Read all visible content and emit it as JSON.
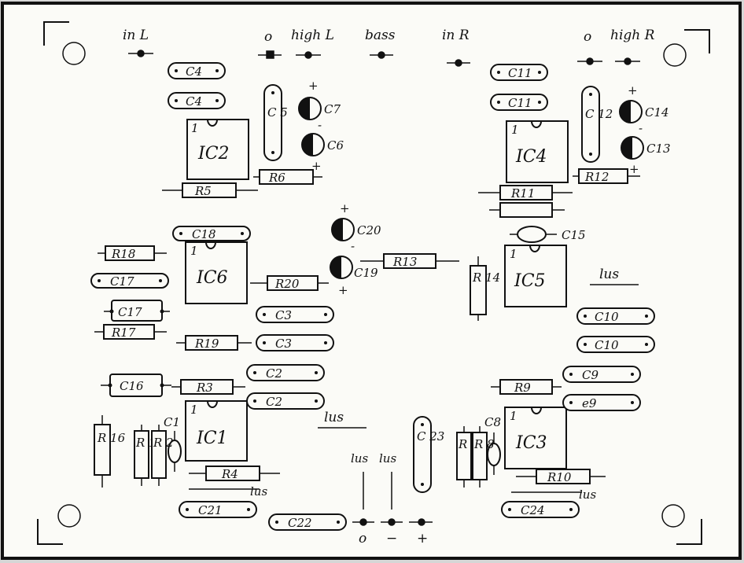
{
  "inputs": {
    "in_l": "in L",
    "o_left": "o",
    "high_l": "high L",
    "bass": "bass",
    "in_r": "in R",
    "o_right": "o",
    "high_r": "high R"
  },
  "ics": {
    "ic1": "IC1",
    "ic2": "IC2",
    "ic3": "IC3",
    "ic4": "IC4",
    "ic5": "IC5",
    "ic6": "IC6",
    "pin1": "1"
  },
  "capacitors": {
    "c1": "C1",
    "c2": "C2",
    "c3": "C3",
    "c4": "C4",
    "c5": "C 5",
    "c6": "C6",
    "c7": "C7",
    "c8": "C8",
    "c9": "C9",
    "c9b": "e9",
    "c10": "C10",
    "c11": "C11",
    "c12": "C 12",
    "c13": "C13",
    "c14": "C14",
    "c15": "C15",
    "c16": "C16",
    "c17": "C17",
    "c18": "C18",
    "c19": "C19",
    "c20": "C20",
    "c21": "C21",
    "c22": "C22",
    "c23": "C 23",
    "c24": "C24"
  },
  "resistors": {
    "r1": "R 1",
    "r2": "R 2",
    "r3": "R3",
    "r4": "R4",
    "r5": "R5",
    "r6": "R6",
    "r7": "R 7",
    "r8": "R 8",
    "r9": "R9",
    "r10": "R10",
    "r11": "R11",
    "r12": "R12",
    "r13": "R13",
    "r14": "R 14",
    "r16": "R 16",
    "r17": "R17",
    "r18": "R18",
    "r19": "R19",
    "r20": "R20"
  },
  "polarity": {
    "plus": "+",
    "minus": "-"
  },
  "outputs": {
    "lus": "lus",
    "power_o": "o",
    "power_minus": "−",
    "power_plus": "+"
  }
}
